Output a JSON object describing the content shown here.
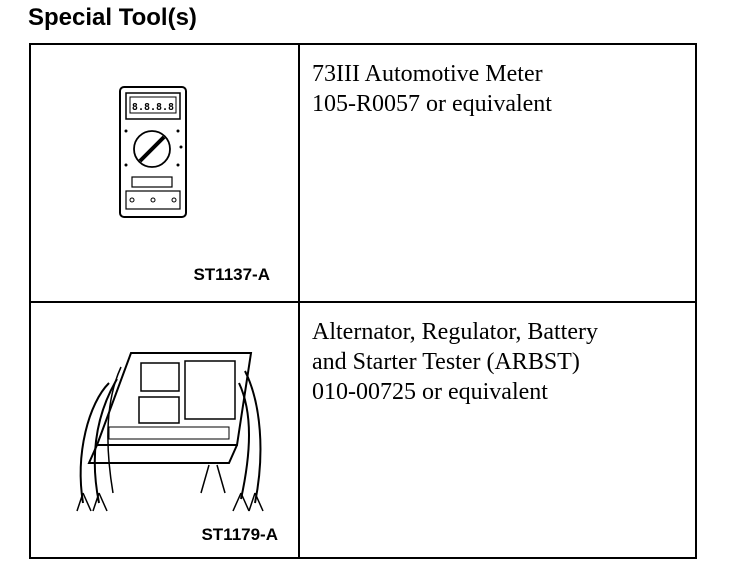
{
  "heading": "Special Tool(s)",
  "tools": [
    {
      "description_lines": [
        "73III Automotive Meter",
        "105-R0057 or equivalent"
      ],
      "figure_code": "ST1137-A",
      "icon": "multimeter-icon"
    },
    {
      "description_lines": [
        "Alternator, Regulator, Battery",
        "and Starter Tester (ARBST)",
        "010-00725 or equivalent"
      ],
      "figure_code": "ST1179-A",
      "icon": "battery-tester-icon"
    }
  ]
}
